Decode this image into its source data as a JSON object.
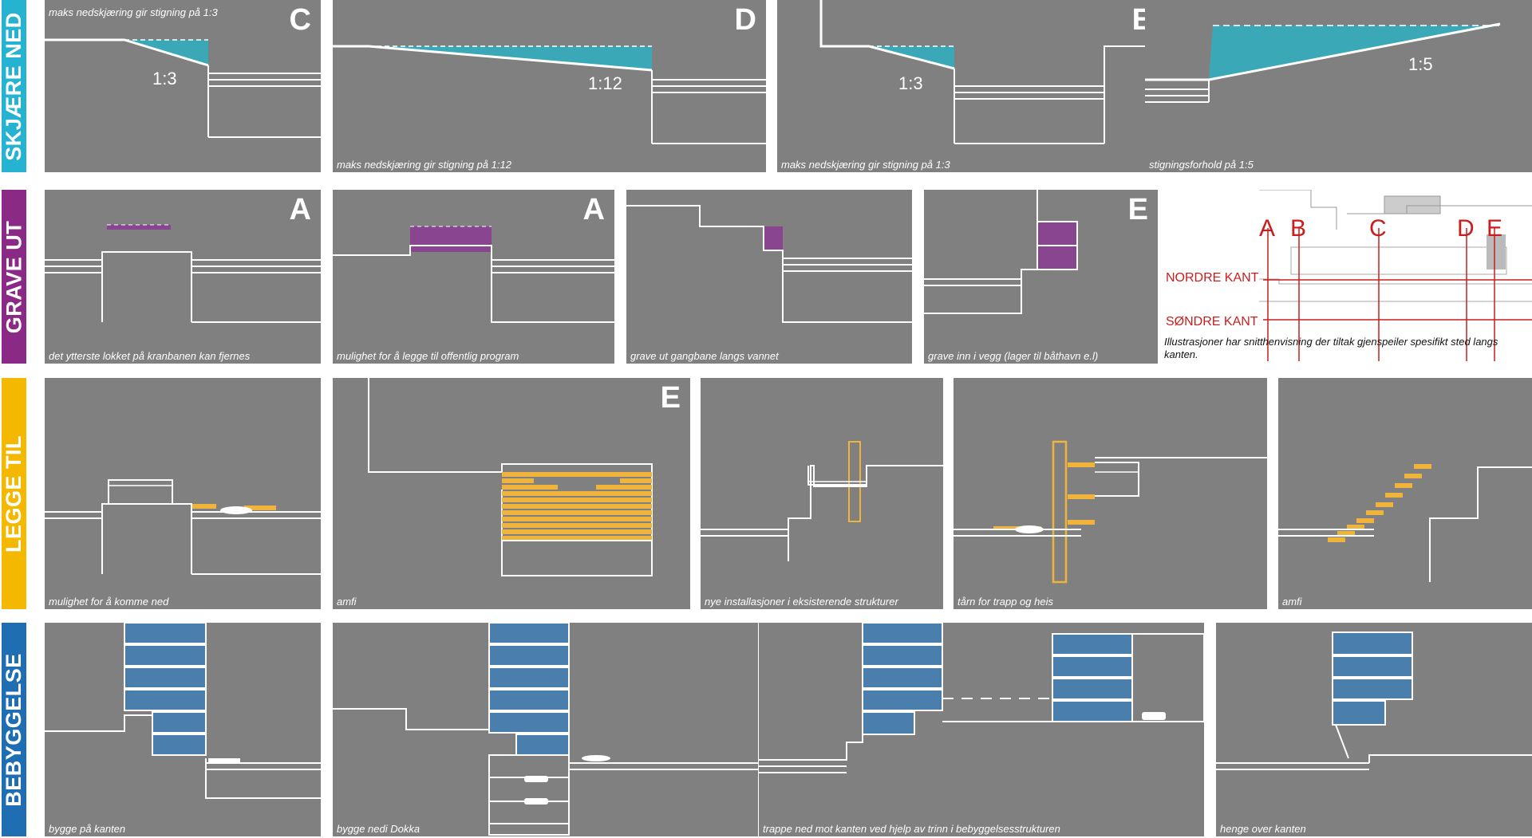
{
  "categories": {
    "skjaere_ned": {
      "label": "SKJÆRE NED",
      "color": "#26b2d1"
    },
    "grave_ut": {
      "label": "GRAVE UT",
      "color": "#8a2a86"
    },
    "legge_til": {
      "label": "LEGGE TIL",
      "color": "#f5b800"
    },
    "bebyggelse": {
      "label": "BEBYGGELSE",
      "color": "#1f6db3"
    }
  },
  "fill_colors": {
    "cut": "#3ba8b8",
    "excavate": "#8a4590",
    "add": "#f0b43c",
    "building": "#4a7fad"
  },
  "row1": {
    "p1": {
      "caption": "maks nedskjæring gir stigning på 1:3",
      "letter": "C",
      "ratio": "1:3"
    },
    "p2": {
      "caption": "maks nedskjæring gir stigning på 1:12",
      "letter": "D",
      "ratio": "1:12"
    },
    "p3": {
      "caption": "maks nedskjæring gir stigning på 1:3",
      "letter": "E",
      "ratio": "1:3"
    },
    "p4": {
      "caption": "stigningsforhold på 1:5",
      "ratio": "1:5"
    }
  },
  "row2": {
    "p1": {
      "caption": "det ytterste lokket på kranbanen kan fjernes",
      "letter": "A"
    },
    "p2": {
      "caption": "mulighet for å legge til offentlig program",
      "letter": "A"
    },
    "p3": {
      "caption": "grave ut gangbane langs vannet"
    },
    "p4": {
      "caption": "grave inn i vegg (lager til båthavn e.l)",
      "letter": "E"
    }
  },
  "plan": {
    "sections": [
      "A",
      "B",
      "C",
      "D",
      "E"
    ],
    "nordre": "NORDRE KANT",
    "sondre": "SØNDRE KANT",
    "note": "Illustrasjoner har snitthenvisning der tiltak gjenspeiler spesifikt sted langs kanten."
  },
  "row3": {
    "p1": {
      "caption": "mulighet for å komme ned"
    },
    "p2": {
      "caption": "amfi",
      "letter": "E"
    },
    "p3": {
      "caption": "nye installasjoner i eksisterende strukturer"
    },
    "p4": {
      "caption": "tårn for trapp og heis"
    },
    "p5": {
      "caption": "amfi"
    }
  },
  "row4": {
    "p1": {
      "caption": "bygge på kanten"
    },
    "p2": {
      "caption": "bygge nedi Dokka"
    },
    "p3": {
      "caption": "trappe ned mot kanten ved hjelp av trinn i bebyggelsesstrukturen"
    },
    "p4": {
      "caption": "henge over kanten"
    }
  }
}
